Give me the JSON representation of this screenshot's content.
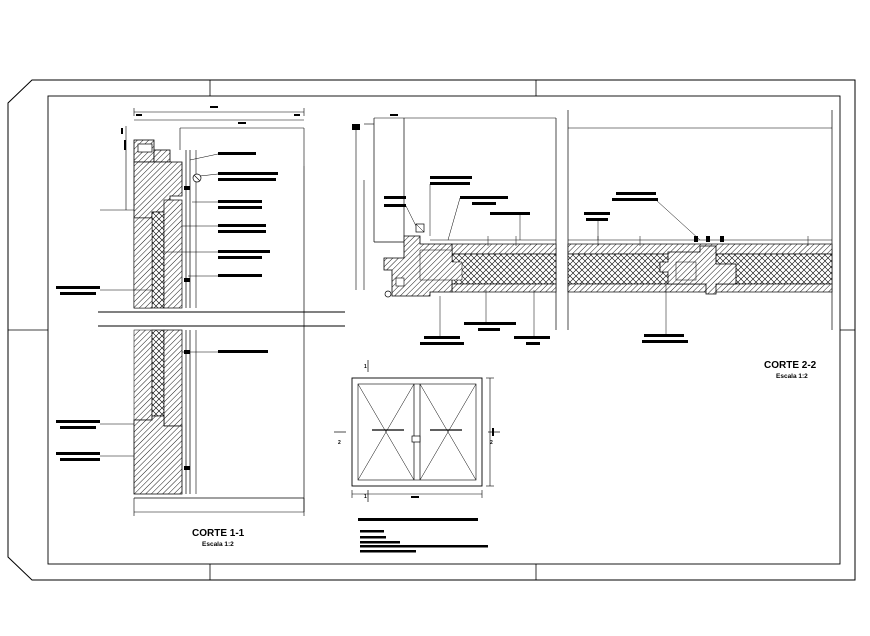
{
  "section_1": {
    "title": "CORTE 1-1",
    "scale": "Escala 1:2"
  },
  "section_2": {
    "title": "CORTE 2-2",
    "scale": "Escala 1:2"
  },
  "elevation": {
    "mark_1": "1",
    "mark_2": "2"
  },
  "colors": {
    "ink": "#000000",
    "paper": "#ffffff"
  }
}
